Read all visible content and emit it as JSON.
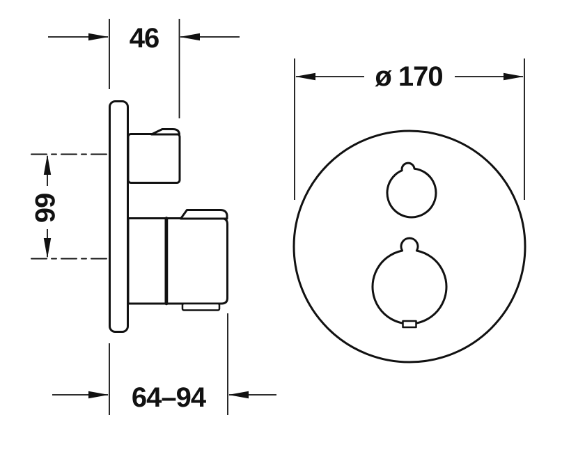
{
  "page": {
    "background": "#ffffff"
  },
  "drawing": {
    "stroke_color": "#111111",
    "views": {
      "side": {
        "name": "side-profile-view",
        "dimensions": {
          "handle_depth": {
            "value": "46",
            "orientation": "horizontal"
          },
          "handle_spacing": {
            "value": "66",
            "orientation": "vertical-rotated"
          },
          "installation_depth": {
            "value": "64–94",
            "orientation": "horizontal"
          }
        }
      },
      "front": {
        "name": "front-face-view",
        "dimensions": {
          "plate_diameter": {
            "value": "ø 170",
            "orientation": "horizontal"
          }
        }
      }
    }
  }
}
